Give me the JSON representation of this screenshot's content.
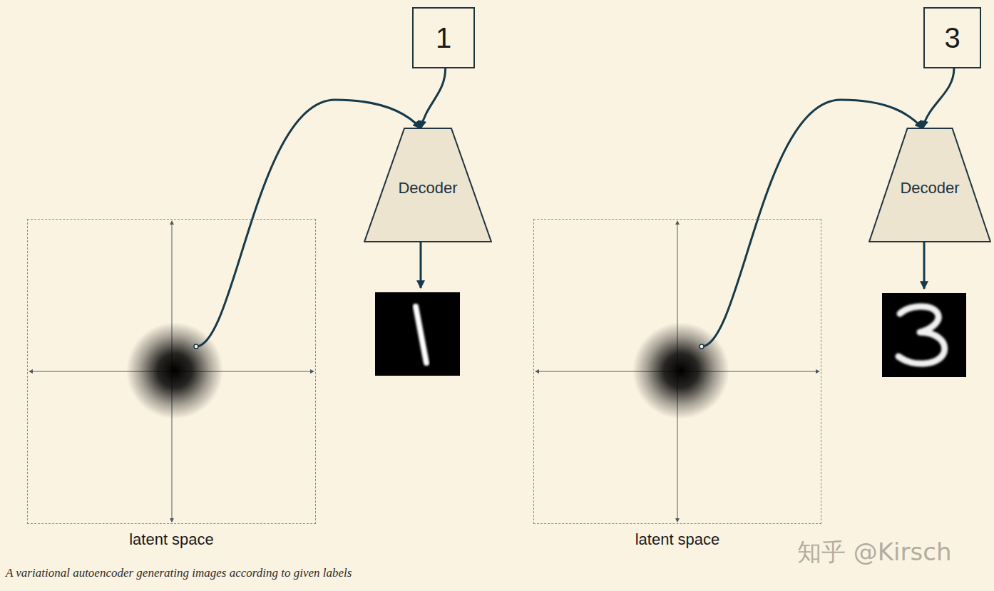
{
  "diagram": {
    "caption": "A variational autoencoder generating images according to given labels",
    "nodes": [
      {
        "text": [
          "1"
        ]
      },
      {
        "text": [
          "Decoder"
        ]
      },
      {
        "text": [
          "latent space"
        ]
      },
      {
        "text": [
          "3"
        ]
      },
      {
        "text": [
          "Decoder"
        ]
      },
      {
        "text": [
          "latent space"
        ]
      }
    ],
    "edges": [
      {
        "from": 0,
        "to": 1,
        "arrow": "to"
      },
      {
        "from": 2,
        "to": 1,
        "arrow": "to"
      },
      {
        "from": 3,
        "to": 4,
        "arrow": "to"
      },
      {
        "from": 5,
        "to": 4,
        "arrow": "to"
      }
    ],
    "labels": [
      "知乎 @Kirsch"
    ]
  }
}
